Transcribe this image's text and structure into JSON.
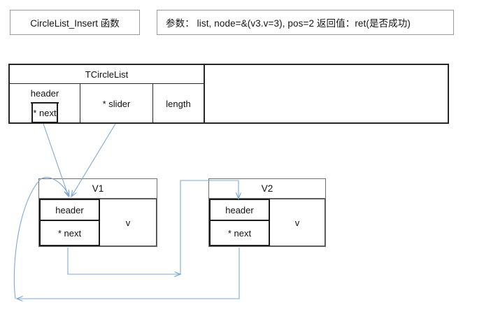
{
  "header": {
    "function_box": {
      "label": "CircleList_Insert 函数"
    },
    "params_box": {
      "label": "参数： list, node=&(v3.v=3), pos=2  返回值：ret(是否成功)"
    }
  },
  "struct": {
    "title": "TCircleList",
    "fields": {
      "header": "header",
      "next": "* next",
      "slider": "* slider",
      "length": "length"
    }
  },
  "nodes": [
    {
      "title": "V1",
      "header_label": "header",
      "next_label": "* next",
      "value_label": "v"
    },
    {
      "title": "V2",
      "header_label": "header",
      "next_label": "* next",
      "value_label": "v"
    }
  ],
  "colors": {
    "connector": "#7fa9d4",
    "box_border": "#262626",
    "light_border": "#9a9a9a",
    "text": "#141414",
    "background": "#ffffff"
  },
  "connectors": [
    {
      "name": "list-next-to-v1",
      "from": "struct.next",
      "to": "node.v1.header"
    },
    {
      "name": "list-slider-to-v1",
      "from": "struct.slider",
      "to": "node.v1.header"
    },
    {
      "name": "v1-next-to-v2",
      "from": "node.v1.next",
      "to": "node.v2.header"
    },
    {
      "name": "v2-next-to-v1",
      "from": "node.v2.next",
      "to": "node.v1.header"
    }
  ]
}
